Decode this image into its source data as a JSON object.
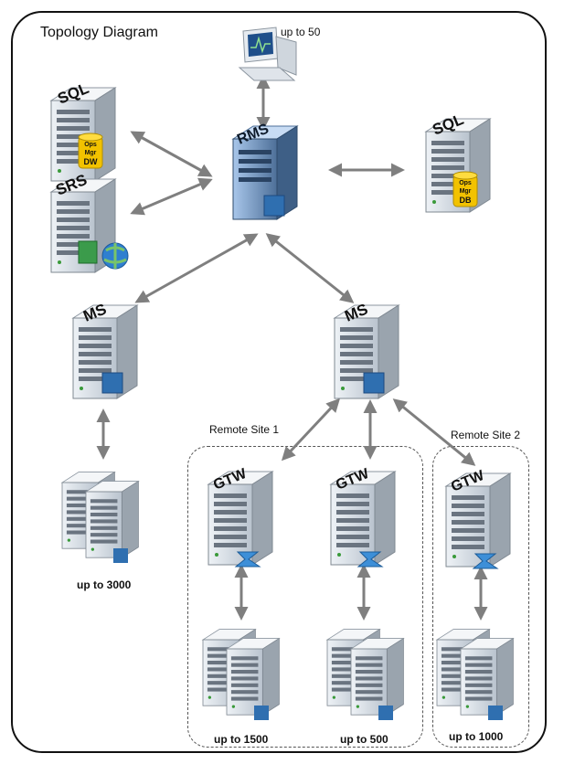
{
  "diagram": {
    "title": "Topology Diagram",
    "servers": {
      "sql_dw": {
        "label": "SQL",
        "badge": [
          "Ops",
          "Mgr",
          "DW"
        ]
      },
      "srs": {
        "label": "SRS"
      },
      "rms": {
        "label": "RMS"
      },
      "sql_db": {
        "label": "SQL",
        "badge": [
          "Ops",
          "Mgr",
          "DB"
        ]
      },
      "ms_left": {
        "label": "MS"
      },
      "ms_right": {
        "label": "MS"
      },
      "gtw1": {
        "label": "GTW"
      },
      "gtw2": {
        "label": "GTW"
      },
      "gtw3": {
        "label": "GTW"
      }
    },
    "labels": {
      "console_count": "up to 50",
      "agents_ms": "up to 3000",
      "agents_gtw1": "up to 1500",
      "agents_gtw2": "up to 500",
      "agents_gtw3": "up to 1000",
      "site1": "Remote Site 1",
      "site2": "Remote Site 2"
    },
    "colors": {
      "arrow": "#7f7f7f",
      "server_body": "#d9dfe6",
      "server_dark": "#8a949f",
      "db_badge": "#f2c200",
      "app_icon": "#2f6fb0",
      "gateway_icon": "#3d8fd8"
    }
  }
}
